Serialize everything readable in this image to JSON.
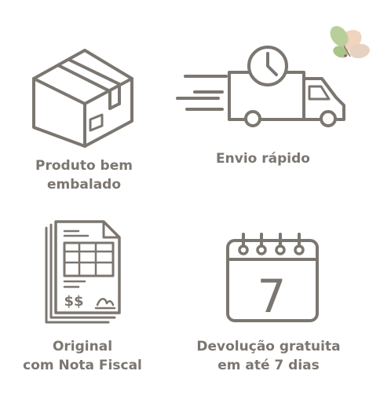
{
  "colors": {
    "icon_stroke": "#7b7670",
    "caption_text": "#7b7670",
    "logo_wing_left": "#b9cf9a",
    "logo_wing_right": "#f0d4bd",
    "logo_accent": "#cf2f6c"
  },
  "features": [
    {
      "icon": "package-box-icon",
      "line1": "Produto bem",
      "line2": "embalado"
    },
    {
      "icon": "delivery-truck-clock-icon",
      "line1": "Envio rápido",
      "line2": ""
    },
    {
      "icon": "invoice-document-icon",
      "line1": "Original",
      "line2": "com Nota Fiscal",
      "icon_text": "$$"
    },
    {
      "icon": "calendar-icon",
      "line1": "Devolução gratuita",
      "line2": "em até 7 dias",
      "calendar_number": "7"
    }
  ],
  "logo": {
    "icon": "butterfly-logo-icon"
  }
}
